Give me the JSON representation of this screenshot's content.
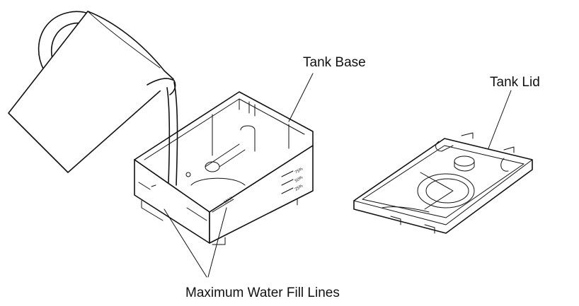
{
  "labels": {
    "tank_base": "Tank Base",
    "tank_lid": "Tank Lid",
    "fill_lines": "Maximum Water Fill Lines"
  },
  "tank_markings": {
    "max": "MAX",
    "level_high": "75%",
    "level_mid": "50%",
    "level_low": "25%"
  },
  "colors": {
    "line": "#111111",
    "background": "#ffffff"
  }
}
